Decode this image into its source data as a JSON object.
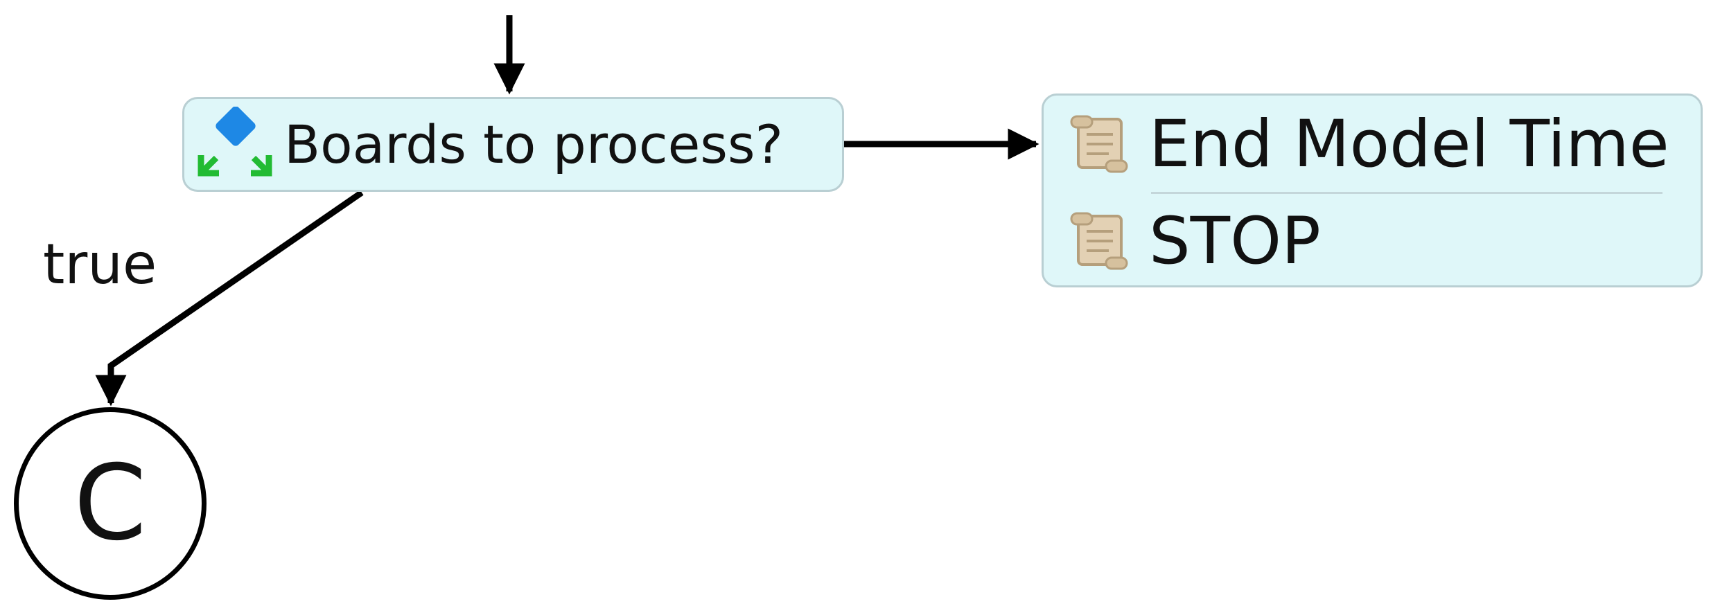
{
  "decision": {
    "label": "Boards to process?",
    "icon": "decision-diamond-icon"
  },
  "actions": {
    "items": [
      {
        "label": "End Model Time",
        "icon": "script-scroll-icon"
      },
      {
        "label": "STOP",
        "icon": "script-scroll-icon"
      }
    ]
  },
  "edges": {
    "true_label": "true"
  },
  "connector": {
    "label": "C"
  },
  "colors": {
    "node_fill": "#dff7f9",
    "node_border": "#b9cfd3",
    "diamond": "#1e88e5",
    "arrows_green": "#22bb33",
    "scroll": "#d9c4a3"
  }
}
